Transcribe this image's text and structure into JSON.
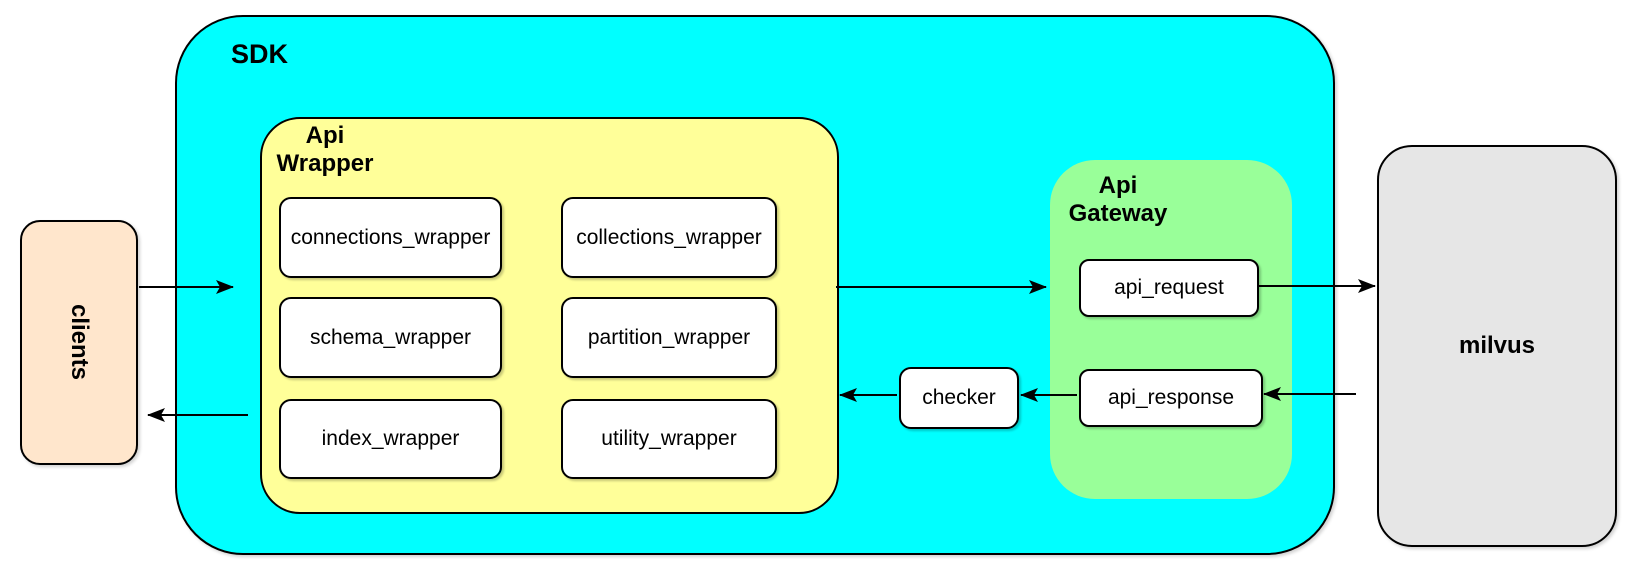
{
  "diagram": {
    "type": "block-diagram",
    "clients": {
      "label": "clients"
    },
    "sdk": {
      "label": "SDK",
      "api_wrapper": {
        "title": "Api\nWrapper",
        "items": [
          "connections_wrapper",
          "collections_wrapper",
          "schema_wrapper",
          "partition_wrapper",
          "index_wrapper",
          "utility_wrapper"
        ]
      },
      "checker": {
        "label": "checker"
      },
      "api_gateway": {
        "title": "Api\nGateway",
        "items": [
          "api_request",
          "api_response"
        ]
      }
    },
    "milvus": {
      "label": "milvus"
    },
    "connections": [
      {
        "from": "clients",
        "to": "Api Wrapper",
        "direction": "right"
      },
      {
        "from": "Api Wrapper",
        "to": "Api Gateway",
        "direction": "right"
      },
      {
        "from": "api_request",
        "to": "milvus",
        "direction": "right"
      },
      {
        "from": "milvus",
        "to": "api_response",
        "direction": "left"
      },
      {
        "from": "api_response",
        "to": "checker",
        "direction": "left"
      },
      {
        "from": "checker",
        "to": "Api Wrapper",
        "direction": "left"
      },
      {
        "from": "SDK",
        "to": "clients",
        "direction": "left"
      }
    ],
    "colors": {
      "sdk_fill": "#00ffff",
      "api_wrapper_fill": "#ffff99",
      "api_gateway_fill": "#99ff99",
      "clients_fill": "#ffe6cc",
      "milvus_fill": "#e6e6e6",
      "node_fill": "#ffffff",
      "stroke": "#000000"
    }
  }
}
